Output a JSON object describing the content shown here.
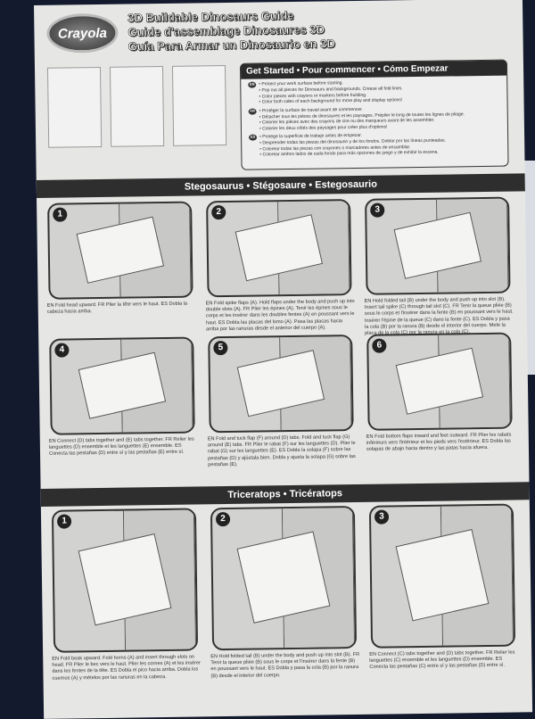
{
  "header": {
    "logo": "Crayola",
    "titles": [
      "3D Buildable Dinosaurs Guide",
      "Guide d'assemblage Dinosaures 3D",
      "Guía Para Armar un Dinosaurio en 3D"
    ]
  },
  "get_started": {
    "title": "Get Started • Pour commencer • Cómo Empezar",
    "sections": [
      {
        "lang": "EN",
        "lines": [
          "• Protect your work surface before starting.",
          "• Pop out all pieces for Dinosaurs and backgrounds. Crease all fold lines.",
          "• Color pieces with crayons or markers before building.",
          "• Color both sides of each background for more play and display options!"
        ]
      },
      {
        "lang": "FR",
        "lines": [
          "• Protéger la surface de travail avant de commencer.",
          "• Détacher tous les pièces de dinosaures et les paysages. Prépiler le long de toutes les lignes de pliage.",
          "• Colorier les pièces avec des crayons de cire ou des marqueurs avant de les assembler.",
          "• Colorier les deux côtés des paysages pour créer plus d'options!"
        ]
      },
      {
        "lang": "ES",
        "lines": [
          "• Protege la superficie de trabajo antes de empezar.",
          "• Desprender todas las piezas del dinosaurio y de los fondos. Doblar por las líneas punteadas.",
          "• Colorear todas las piezas con crayones o marcadores antes de ensamblar.",
          "• Colorear ambos lados de cada fondo para más opciones de juego y de exhibir la escena."
        ]
      }
    ]
  },
  "sections": [
    {
      "title": "Stegosaurus • Stégosaure • Estegosaurio",
      "steps": [
        {
          "number": "1",
          "text": "EN Fold head upward. FR Plier la tête vers le haut. ES Dobla la cabeza hacia arriba."
        },
        {
          "number": "2",
          "text": "EN Fold spike flaps (A). Hold flaps under the body and push up into double slots (A). FR Plier les épines (A). Tenir les épines sous le corps et les insérer dans les doubles fentes (A) en poussant vers le haut. ES Dobla las placas del lomo (A). Pasa las placas hacia arriba por las ranuras desde el anterior del cuerpo (A)."
        },
        {
          "number": "3",
          "text": "EN Hold folded tail (B) under the body and push up into slot (B). Insert tail spike (C) through tail slot (C). FR Tenir la queue pliée (B) sous le corps et l'insérer dans la fente (B) en poussant vers le haut. Insérer l'épine de la queue (C) dans la fente (C). ES Dobla y pasa la cola (B) por la ranura (B) desde el interior del cuerpo. Mete la placa de la cola (C) por la ranura en la cola (C)."
        },
        {
          "number": "4",
          "text": "EN Connect (D) tabs together and (E) tabs together. FR Relier les languettes (D) ensemble et les languettes (E) ensemble. ES Conecta las pestañas (D) entre sí y las pestañas (E) entre sí."
        },
        {
          "number": "5",
          "text": "EN Fold and tuck flap (F) around (D) tabs. Fold and tuck flap (G) around (E) tabs. FR Plier le rabat (F) sur les languettes (D). Plier le rabat (G) sur les languettes (E). ES Dobla la solapa (F) sobre las pestañas (D) y ajústala bien. Dobla y ajusta la solapa (G) sobre las pestañas (E)."
        },
        {
          "number": "6",
          "text": "EN Fold bottom flaps inward and feet outward. FR Plier les rabats inférieurs vers l'intérieur et les pieds vers l'extérieur. ES Dobla las solapas de abajo hacia dentro y las patas hacia afuera."
        }
      ]
    },
    {
      "title": "Triceratops • Tricératops",
      "steps": [
        {
          "number": "1",
          "text": "EN Fold beak upward. Fold horns (A) and insert through slots on head. FR Plier le bec vers le haut. Plier les cornes (A) et les insérer dans les fentes de la tête. ES Dobla el pico hacia arriba. Dobla los cuernos (A) y mételos por las ranuras en la cabeza."
        },
        {
          "number": "2",
          "text": "EN Hold folded tail (B) under the body and push up into slot (B). FR Tenir la queue pliée (B) sous le corps et l'insérer dans la fente (B) en poussant vers le haut. ES Dobla y pasa la cola (B) por la ranura (B) desde el interior del cuerpo."
        },
        {
          "number": "3",
          "text": "EN Connect (C) tabs together and (D) tabs together. FR Relier les languettes (C) ensemble et les languettes (D) ensemble. ES Conecta las pestañas (C) entre sí y las pestañas (D) entre sí."
        }
      ]
    }
  ]
}
